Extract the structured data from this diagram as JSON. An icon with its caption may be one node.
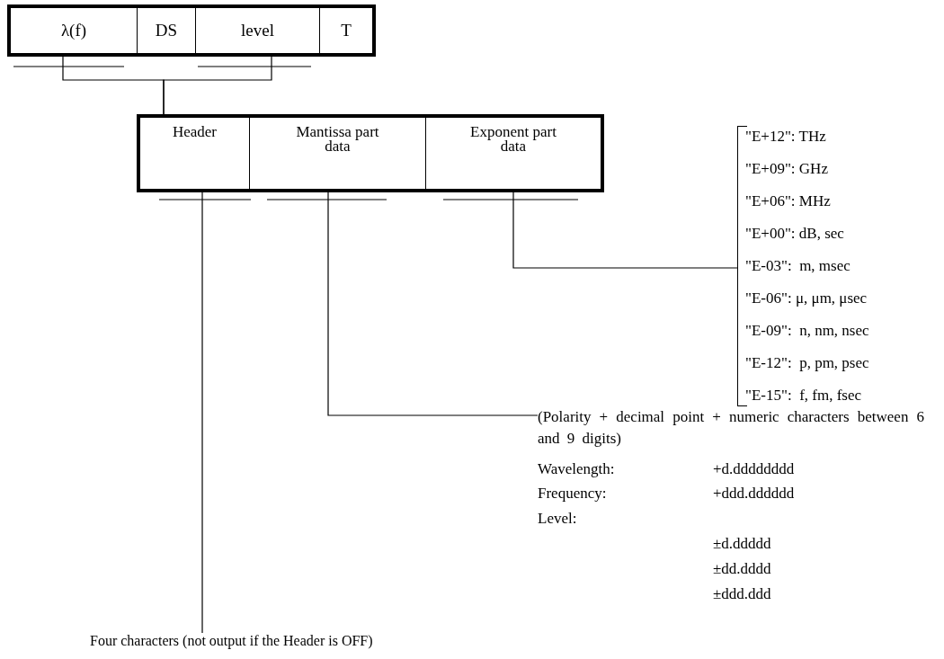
{
  "diagram": {
    "nodes": [
      {
        "text": [
          "λ(f)"
        ]
      },
      {
        "text": [
          "DS"
        ]
      },
      {
        "text": [
          "level"
        ]
      },
      {
        "text": [
          "T"
        ]
      },
      {
        "text": [
          "Header"
        ]
      },
      {
        "text": [
          "Mantissa part data"
        ]
      },
      {
        "text": [
          "Exponent part data"
        ]
      },
      {
        "text": [
          "\"E+12\": THz",
          "\"E+09\": GHz",
          "\"E+06\": MHz",
          "\"E+00\": dB, sec",
          "\"E-03\":  m, msec",
          "\"E-06\": μ, μm, μsec",
          "\"E-09\":  n, nm, nsec",
          "\"E-12\":  p, pm, psec",
          "\"E-15\":  f, fm, fsec"
        ]
      },
      {
        "text": [
          "(Polarity + decimal point + numeric characters between 6 and 9 digits)",
          "Wavelength:",
          "+d.dddddddd",
          "Frequency:",
          "+ddd.dddddd",
          "Level:",
          "±d.ddddd",
          "±dd.dddd",
          "±ddd.ddd"
        ]
      },
      {
        "text": [
          "Four characters (not output if the Header is OFF)"
        ]
      }
    ],
    "edges": [
      {
        "from": 0,
        "to": 4,
        "arrow": "none"
      },
      {
        "from": 2,
        "to": 4,
        "arrow": "none"
      },
      {
        "from": 4,
        "to": 9,
        "arrow": "none"
      },
      {
        "from": 5,
        "to": 8,
        "arrow": "none"
      },
      {
        "from": 6,
        "to": 7,
        "arrow": "none"
      }
    ]
  }
}
